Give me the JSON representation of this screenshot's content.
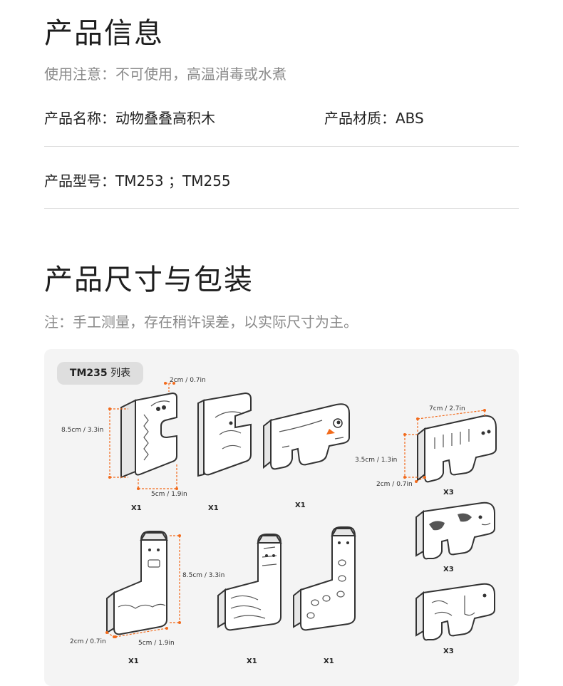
{
  "info": {
    "title": "产品信息",
    "notice": "使用注意：不可使用，高温消毒或水煮",
    "name": "产品名称：动物叠叠高积木",
    "material": "产品材质：ABS",
    "model": "产品型号：TM253 ；TM255"
  },
  "size": {
    "title": "产品尺寸与包装",
    "note": "注：手工测量，存在稍许误差，以实际尺寸为主。"
  },
  "figure": {
    "tag_bold": "TM235",
    "tag_text": " 列表",
    "dims": {
      "top_width": "2cm / 0.7in",
      "left_height": "8.5cm / 3.3in",
      "bottom_width": "5cm / 1.9in",
      "right_width": "7cm / 2.7in",
      "right_height": "3.5cm / 1.3in",
      "right_depth": "2cm / 0.7in",
      "lower_height": "8.5cm / 3.3in",
      "lower_depth": "2cm / 0.7in",
      "lower_width": "5cm / 1.9in"
    },
    "quantities": {
      "q1": "X1",
      "q2": "X1",
      "q3": "X1",
      "q4": "X3",
      "q5": "X3",
      "q6": "X3",
      "q7": "X1",
      "q8": "X1",
      "q9": "X1"
    }
  }
}
